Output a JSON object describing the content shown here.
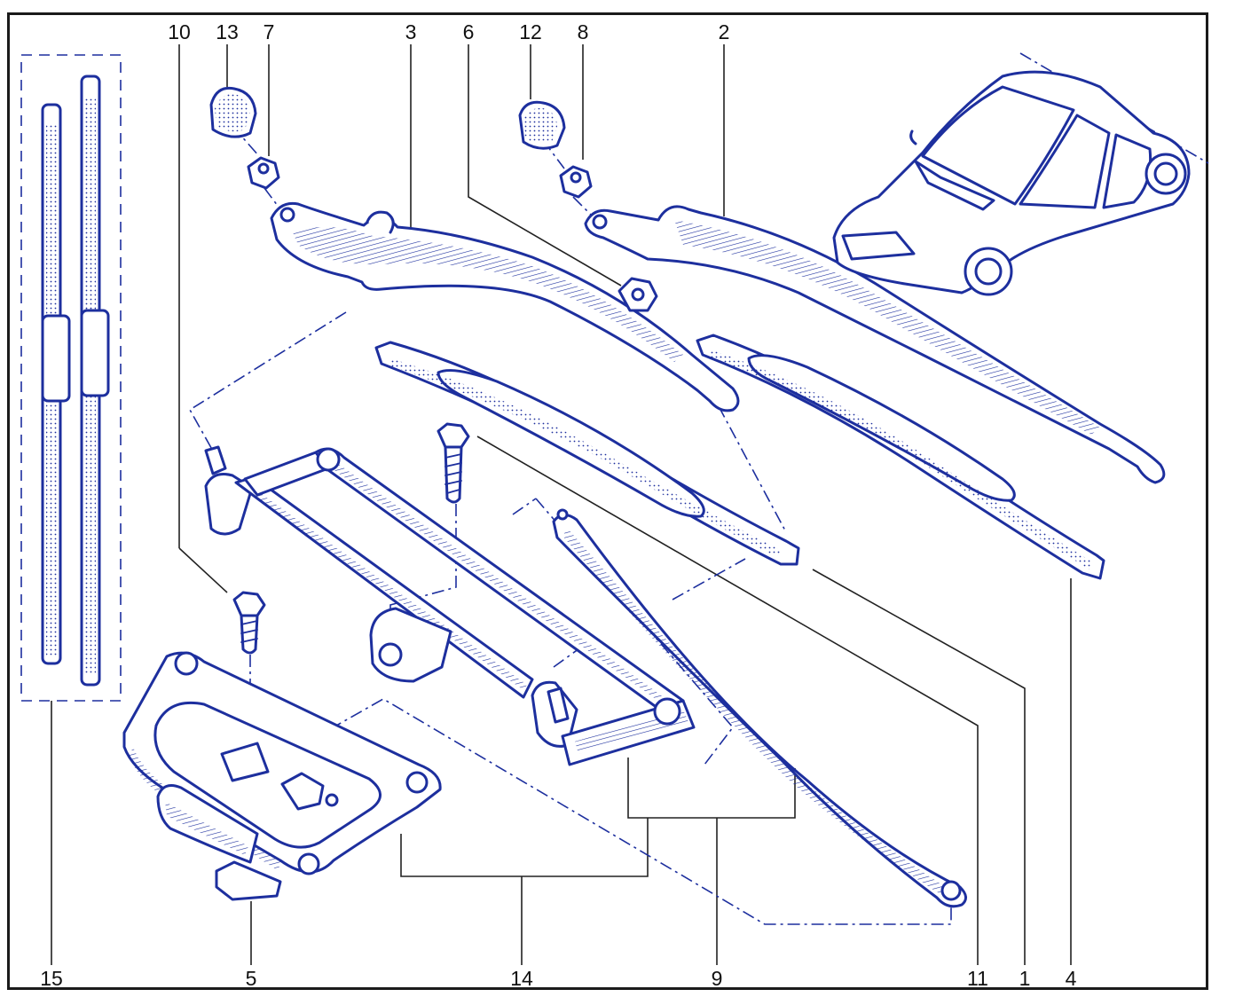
{
  "callouts": [
    {
      "id": "c15",
      "label": "15"
    },
    {
      "id": "c5",
      "label": "5"
    },
    {
      "id": "c14",
      "label": "14"
    },
    {
      "id": "c9",
      "label": "9"
    },
    {
      "id": "c11",
      "label": "11"
    },
    {
      "id": "c1",
      "label": "1"
    },
    {
      "id": "c4",
      "label": "4"
    },
    {
      "id": "c10",
      "label": "10"
    },
    {
      "id": "c13",
      "label": "13"
    },
    {
      "id": "c7",
      "label": "7"
    },
    {
      "id": "c3",
      "label": "3"
    },
    {
      "id": "c6",
      "label": "6"
    },
    {
      "id": "c12",
      "label": "12"
    },
    {
      "id": "c8",
      "label": "8"
    },
    {
      "id": "c2",
      "label": "2"
    }
  ],
  "colors": {
    "ink": "#1d2f9e",
    "text": "#111111",
    "frame": "#1a1a1a"
  }
}
